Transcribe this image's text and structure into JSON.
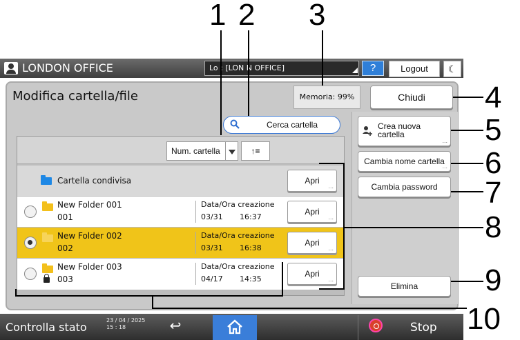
{
  "header": {
    "office_name": "LONDON OFFICE",
    "login_value": "Lo    : [LON    N OFFICE]",
    "help_label": "?",
    "logout_label": "Logout",
    "night_icon": "moon-icon"
  },
  "dialog": {
    "title": "Modifica cartella/file",
    "memory": "Memoria:  99%",
    "close_label": "Chiudi",
    "search_label": "Cerca cartella",
    "sort": {
      "selected": "Num. cartella",
      "order_label": "↑≡"
    },
    "shared_folder": {
      "name": "Cartella condivisa",
      "open_label": "Apri",
      "color": "#1e88e5"
    },
    "folders": [
      {
        "name": "New Folder 001",
        "number": "001",
        "date_label": "Data/Ora creazione",
        "date": "03/31",
        "time": "16:37",
        "open_label": "Apri",
        "selected": false,
        "locked": false
      },
      {
        "name": "New Folder 002",
        "number": "002",
        "date_label": "Data/Ora creazione",
        "date": "03/31",
        "time": "16:38",
        "open_label": "Apri",
        "selected": true,
        "locked": false
      },
      {
        "name": "New Folder 003",
        "number": "003",
        "date_label": "Data/Ora creazione",
        "date": "04/17",
        "time": "14:35",
        "open_label": "Apri",
        "selected": false,
        "locked": true
      }
    ],
    "actions": {
      "new_folder_line1": "Crea nuova",
      "new_folder_line2": "cartella",
      "rename": "Cambia nome cartella",
      "password": "Cambia password",
      "delete": "Elimina"
    },
    "more_dots": "..."
  },
  "footer": {
    "status_label": "Controlla stato",
    "date": "23 / 04 / 2025",
    "time": "15 : 18",
    "back_icon": "back-arrow-icon",
    "home_icon": "home-icon",
    "stop_label": "Stop"
  },
  "callouts": [
    "1",
    "2",
    "3",
    "4",
    "5",
    "6",
    "7",
    "8",
    "9",
    "10"
  ],
  "colors": {
    "selected_row": "#f0c419",
    "accent_blue": "#3a7ed9",
    "folder_yellow": "#f3c01c"
  }
}
